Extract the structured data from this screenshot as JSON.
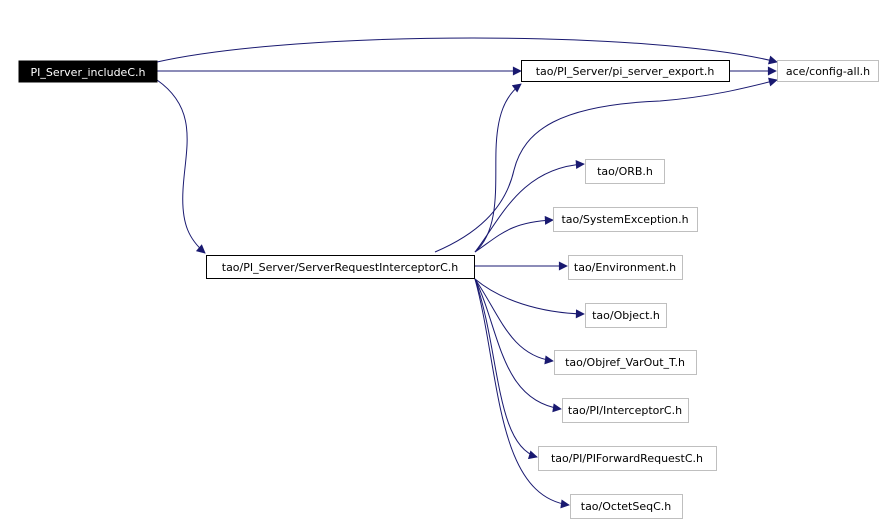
{
  "colors": {
    "edge": "#191970",
    "root_fill": "#000000",
    "root_text": "#ffffff",
    "node_border": "#000000",
    "leaf_border": "#bfbfbf",
    "node_text": "#000000"
  },
  "nodes": {
    "root": "PI_Server_includeC.h",
    "pi_server_export": "tao/PI_Server/pi_server_export.h",
    "config_all": "ace/config-all.h",
    "server_request_interceptor": "tao/PI_Server/ServerRequestInterceptorC.h",
    "orb": "tao/ORB.h",
    "system_exception": "tao/SystemException.h",
    "environment": "tao/Environment.h",
    "object": "tao/Object.h",
    "objref_varout": "tao/Objref_VarOut_T.h",
    "interceptor": "tao/PI/InterceptorC.h",
    "forward_request": "tao/PI/PIForwardRequestC.h",
    "octet_seq": "tao/OctetSeqC.h"
  }
}
